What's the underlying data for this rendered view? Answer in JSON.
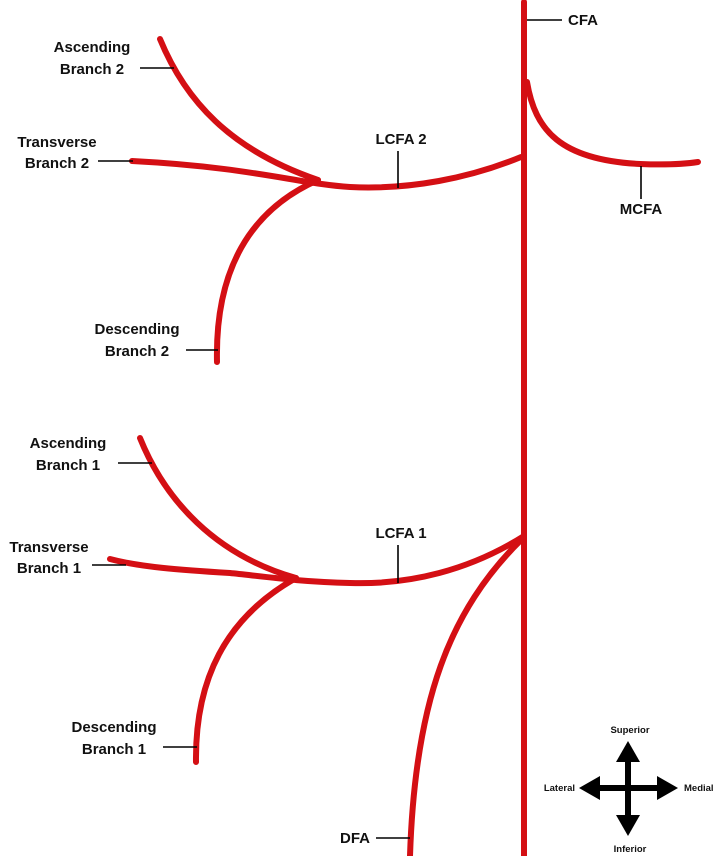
{
  "colors": {
    "vessel": "#d40f14",
    "text": "#111111",
    "arrow": "#000000"
  },
  "labels": {
    "cfa": "CFA",
    "mcfa": "MCFA",
    "dfa": "DFA",
    "lcfa2": "LCFA 2",
    "lcfa1": "LCFA 1",
    "ascending2": [
      "Ascending",
      "Branch 2"
    ],
    "transverse2": [
      "Transverse",
      "Branch 2"
    ],
    "descending2": [
      "Descending",
      "Branch 2"
    ],
    "ascending1": [
      "Ascending",
      "Branch 1"
    ],
    "transverse1": [
      "Transverse",
      "Branch 1"
    ],
    "descending1": [
      "Descending",
      "Branch 1"
    ]
  },
  "compass": {
    "superior": "Superior",
    "inferior": "Inferior",
    "lateral": "Lateral",
    "medial": "Medial"
  }
}
